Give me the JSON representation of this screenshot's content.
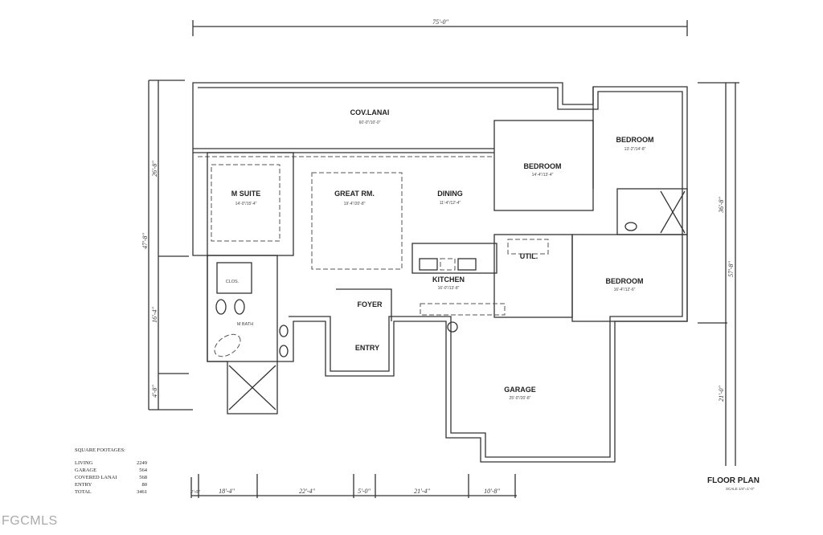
{
  "title": "FLOOR PLAN",
  "scale": "SCALE 1/4\"=1'-0\"",
  "watermark": "FGCMLS",
  "rooms": {
    "lanai": {
      "name": "COV.LANAI",
      "size": "60'-0\"/10'-0\""
    },
    "m_suite": {
      "name": "M SUITE",
      "size": "14'-0\"/15'-4\""
    },
    "great_rm": {
      "name": "GREAT RM.",
      "size": "19'-4\"/20'-8\""
    },
    "dining": {
      "name": "DINING",
      "size": "11'-4\"/12'-4\""
    },
    "bedroom_2": {
      "name": "BEDROOM",
      "size": "14'-4\"/13'-4\""
    },
    "bedroom_3": {
      "name": "BEDROOM",
      "size": "13'-2\"/14'-8\""
    },
    "bedroom_4": {
      "name": "BEDROOM",
      "size": "16'-4\"/12'-6\""
    },
    "util": {
      "name": "UTIL."
    },
    "kitchen": {
      "name": "KITCHEN",
      "size": "16'-0\"/13'-8\""
    },
    "clos": {
      "name": "CLOS."
    },
    "m_bath": {
      "name": "M BATH"
    },
    "foyer": {
      "name": "FOYER"
    },
    "entry": {
      "name": "ENTRY"
    },
    "garage": {
      "name": "GARAGE",
      "size": "25'-0\"/20'-8\""
    }
  },
  "dimensions": {
    "top": "75'-0\"",
    "left": [
      "47'-8\"",
      "26'-8\"",
      "16'-4\"",
      "4'-8\""
    ],
    "right": [
      "57'-8\"",
      "36'-8\"",
      "21'-0\""
    ],
    "bottom": [
      "2'-0\"",
      "18'-4\"",
      "22'-4\"",
      "5'-0\"",
      "21'-4\"",
      "10'-8\""
    ]
  },
  "square_footages": {
    "heading": "SQUARE FOOTAGES:",
    "rows": [
      {
        "label": "LIVING",
        "value": "2249"
      },
      {
        "label": "GARAGE",
        "value": "564"
      },
      {
        "label": "COVERED LANAI",
        "value": "568"
      },
      {
        "label": "ENTRY",
        "value": "80"
      },
      {
        "label": "TOTAL",
        "value": "3461"
      }
    ]
  }
}
